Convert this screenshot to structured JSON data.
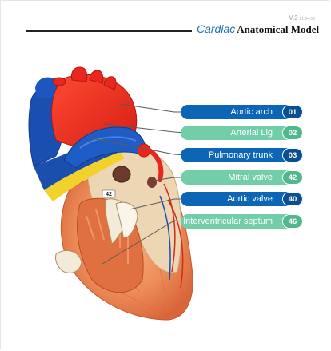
{
  "version": {
    "code": "V.3",
    "date": "21.04.08"
  },
  "title": {
    "brand": "Cardiac",
    "rest": "Anatomical Model"
  },
  "labels": [
    {
      "name": "Aortic arch",
      "number": "01",
      "style": "blue"
    },
    {
      "name": "Arterial Lig",
      "number": "02",
      "style": "green"
    },
    {
      "name": "Pulmonary trunk",
      "number": "03",
      "style": "blue"
    },
    {
      "name": "Mitral valve",
      "number": "42",
      "style": "green"
    },
    {
      "name": "Aortic valve",
      "number": "40",
      "style": "blue"
    },
    {
      "name": "Interventricular septum",
      "number": "46",
      "style": "green"
    }
  ],
  "model_tag": "42",
  "colors": {
    "blue_label": "#0d65b5",
    "green_label": "#72cda9",
    "brand_text": "#1f6fb0",
    "artery_red": "#e8281e",
    "vein_blue": "#1a4fb0",
    "muscle": "#ee8f5a"
  }
}
